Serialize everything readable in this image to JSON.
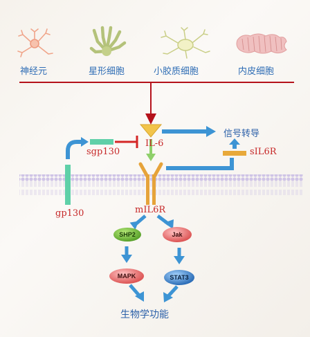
{
  "cells": [
    {
      "label": "神经元",
      "icon": "neuron-icon"
    },
    {
      "label": "星形细胞",
      "icon": "astrocyte-icon"
    },
    {
      "label": "小胶质细胞",
      "icon": "microglia-icon"
    },
    {
      "label": "内皮细胞",
      "icon": "endothelial-cell-icon"
    }
  ],
  "labels": {
    "il6": "IL-6",
    "sgp130": "sgp130",
    "signal": "信号转导",
    "sil6r": "sIL6R",
    "gp130": "gp130",
    "mil6r": "mIL6R",
    "shp2": "SHP2",
    "jak": "Jak",
    "mapk": "MAPK",
    "stat3": "STAT3",
    "bio": "生物学功能"
  },
  "colors": {
    "red_line": "#b5121b",
    "arrow_blue": "#3d94d4",
    "membrane": "#c9bde3",
    "teal": "#5fd0a8",
    "gold": "#e8a93a",
    "green_pill": "#6fbf3b",
    "red_pill": "#e46a6a",
    "blue_pill": "#2f7fc7"
  }
}
